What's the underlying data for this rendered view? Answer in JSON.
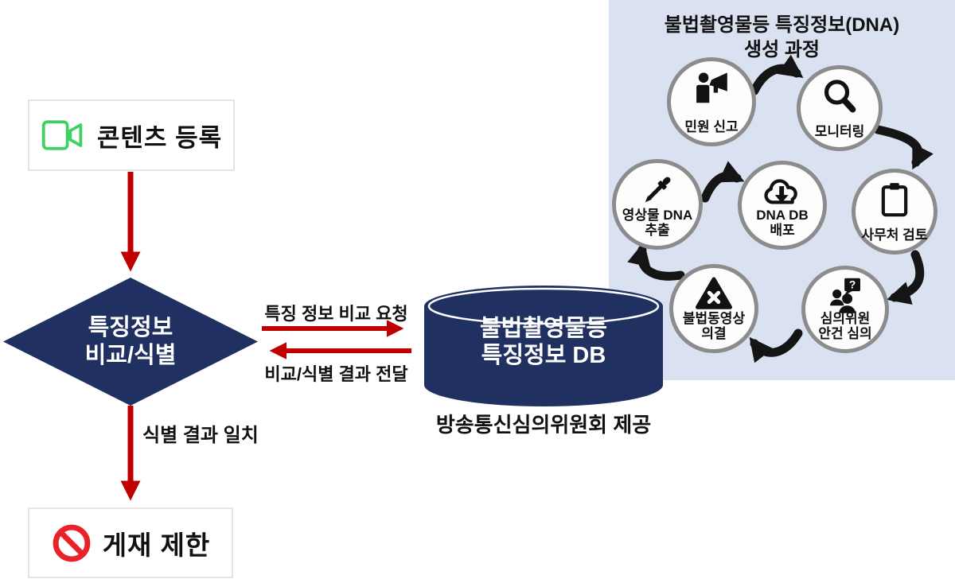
{
  "left_flow": {
    "content_register": {
      "label": "콘텐츠 등록",
      "icon": "camcorder-icon"
    },
    "compare_diamond": {
      "line1": "특징정보",
      "line2": "비교/식별"
    },
    "request_arrow_label": "특징 정보 비교 요청",
    "response_arrow_label": "비교/식별 결과 전달",
    "match_arrow_label": "식별 결과 일치",
    "restrict": {
      "label": "게재 제한",
      "icon": "prohibition-icon"
    }
  },
  "database": {
    "line1": "불법촬영물등",
    "line2": "특징정보 DB",
    "caption": "방송통신심의위원회 제공"
  },
  "panel": {
    "title_line1": "불법촬영물등 특징정보(DNA)",
    "title_line2": "생성 과정",
    "steps": [
      {
        "id": "complaint",
        "icon": "megaphone-person-icon",
        "label_lines": [
          "민원 신고"
        ]
      },
      {
        "id": "monitoring",
        "icon": "magnifier-icon",
        "label_lines": [
          "모니터링"
        ]
      },
      {
        "id": "review",
        "icon": "clipboard-icon",
        "label_lines": [
          "사무처 검토"
        ]
      },
      {
        "id": "committee",
        "icon": "committee-icon",
        "label_lines": [
          "심의위원",
          "안건 심의"
        ],
        "bubble_text": "?"
      },
      {
        "id": "resolution",
        "icon": "warning-triangle-icon",
        "label_lines": [
          "불법동영상",
          "의결"
        ]
      },
      {
        "id": "extraction",
        "icon": "eyedropper-icon",
        "label_lines": [
          "영상물 DNA",
          "추출"
        ]
      },
      {
        "id": "distribute",
        "icon": "cloud-download-icon",
        "label_lines": [
          "DNA DB",
          "배포"
        ]
      }
    ]
  },
  "colors": {
    "navy": "#1f3061",
    "arrow_red": "#c00000",
    "prohibition_red": "#e8212b",
    "camcorder_green": "#3fd15f",
    "panel_bg": "#dae1f1",
    "circle_border": "#8c8c8c",
    "black_arrow": "#151515"
  }
}
